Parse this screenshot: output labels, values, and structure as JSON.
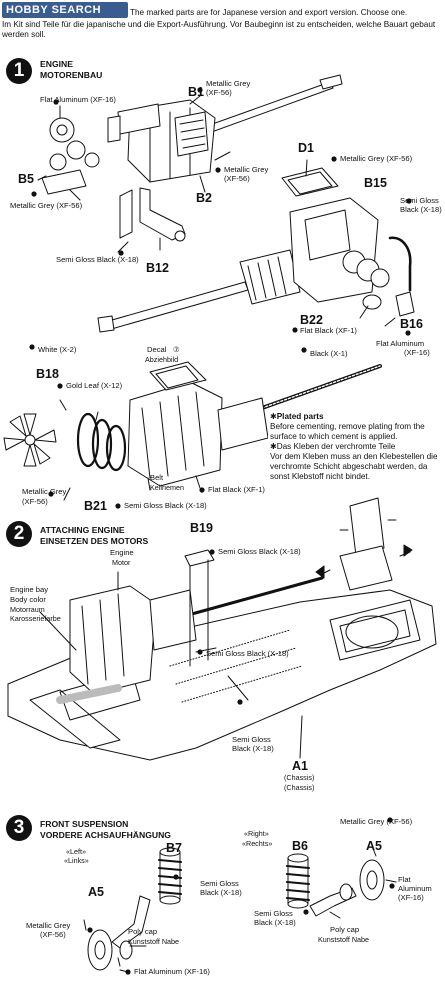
{
  "watermark": "HOBBY SEARCH",
  "intro": {
    "en": "The marked parts are for Japanese version and export version. Choose one.",
    "de": "Im Kit sind Teile für die japanische und die Export-Ausführung. Vor Baubeginn ist zu entscheiden, welche Bauart gebaut werden soll."
  },
  "steps": [
    {
      "number": "1",
      "title": "ENGINE",
      "title_de": "MOTORENBAU"
    },
    {
      "number": "2",
      "title": "ATTACHING ENGINE",
      "title_de": "EINSETZEN DES MOTORS"
    },
    {
      "number": "3",
      "title": "FRONT SUSPENSION",
      "title_de": "VORDERE ACHSAUFHÄNGUNG"
    }
  ],
  "parts": {
    "b1": "B1",
    "b2": "B2",
    "b5": "B5",
    "b12": "B12",
    "d1": "D1",
    "b15": "B15",
    "b22": "B22",
    "b16": "B16",
    "b18": "B18",
    "b21": "B21",
    "b19": "B19",
    "a1": "A1",
    "b7": "B7",
    "b6": "B6",
    "a5_left": "A5",
    "a5_right": "A5"
  },
  "paints": {
    "flat_aluminum_xf16": "Flat Aluminum (XF-16)",
    "metallic_grey_xf56": "Metallic Grey (XF-56)",
    "semi_gloss_black_xf18": "Semi Gloss Black (X-18)",
    "flat_black_xf1": "Flat Black (XF-1)",
    "black_x1": "Black (X-1)",
    "white_x2": "White (X-2)",
    "gold_leaf_x12": "Gold Leaf (X-12)",
    "metallic_grey": "Metallic Grey",
    "metallic_grey_code": "(XF-56)",
    "semi_gloss_black": "Semi Gloss",
    "semi_gloss_black_code": "Black (X-18)",
    "flat_aluminum": "Flat Aluminum",
    "flat_aluminum_code": "(XF-16)",
    "semi_gloss": "Semi Gloss",
    "flat_alu_word": "Flat",
    "aluminum_word": "Aluminum",
    "metallic_grey_xf56_sep": "(XF-56)"
  },
  "labels": {
    "decal": "Decal",
    "decal_num": "⑦",
    "decal_de": "Abziehbild",
    "belt": "Belt",
    "belt_de": "Keilriemen",
    "engine": "Engine",
    "engine_de": "Motor",
    "engine_bay_1": "Engine bay",
    "engine_bay_2": "Body color",
    "engine_bay_de_1": "Motorraum",
    "engine_bay_de_2": "Karosseriefarbe",
    "chassis": "(Chassis)",
    "chassis_de": "(Chassis)",
    "left": "«Left»",
    "left_de": "«Links»",
    "right": "«Right»",
    "right_de": "«Rechts»",
    "poly_cap": "Poly cap",
    "poly_cap_de": "Kunststoff Nabe"
  },
  "note": {
    "title": "Plated parts",
    "body": "Before cementing, remove plating from the surface to which cement is applied.",
    "title_de": "Das Kleben der verchromte Teile",
    "body_de": "Vor dem Kleben muss an den Klebestellen die verchromte Schicht abgeschabt werden, da sonst Klebstoff nicht bindet."
  }
}
